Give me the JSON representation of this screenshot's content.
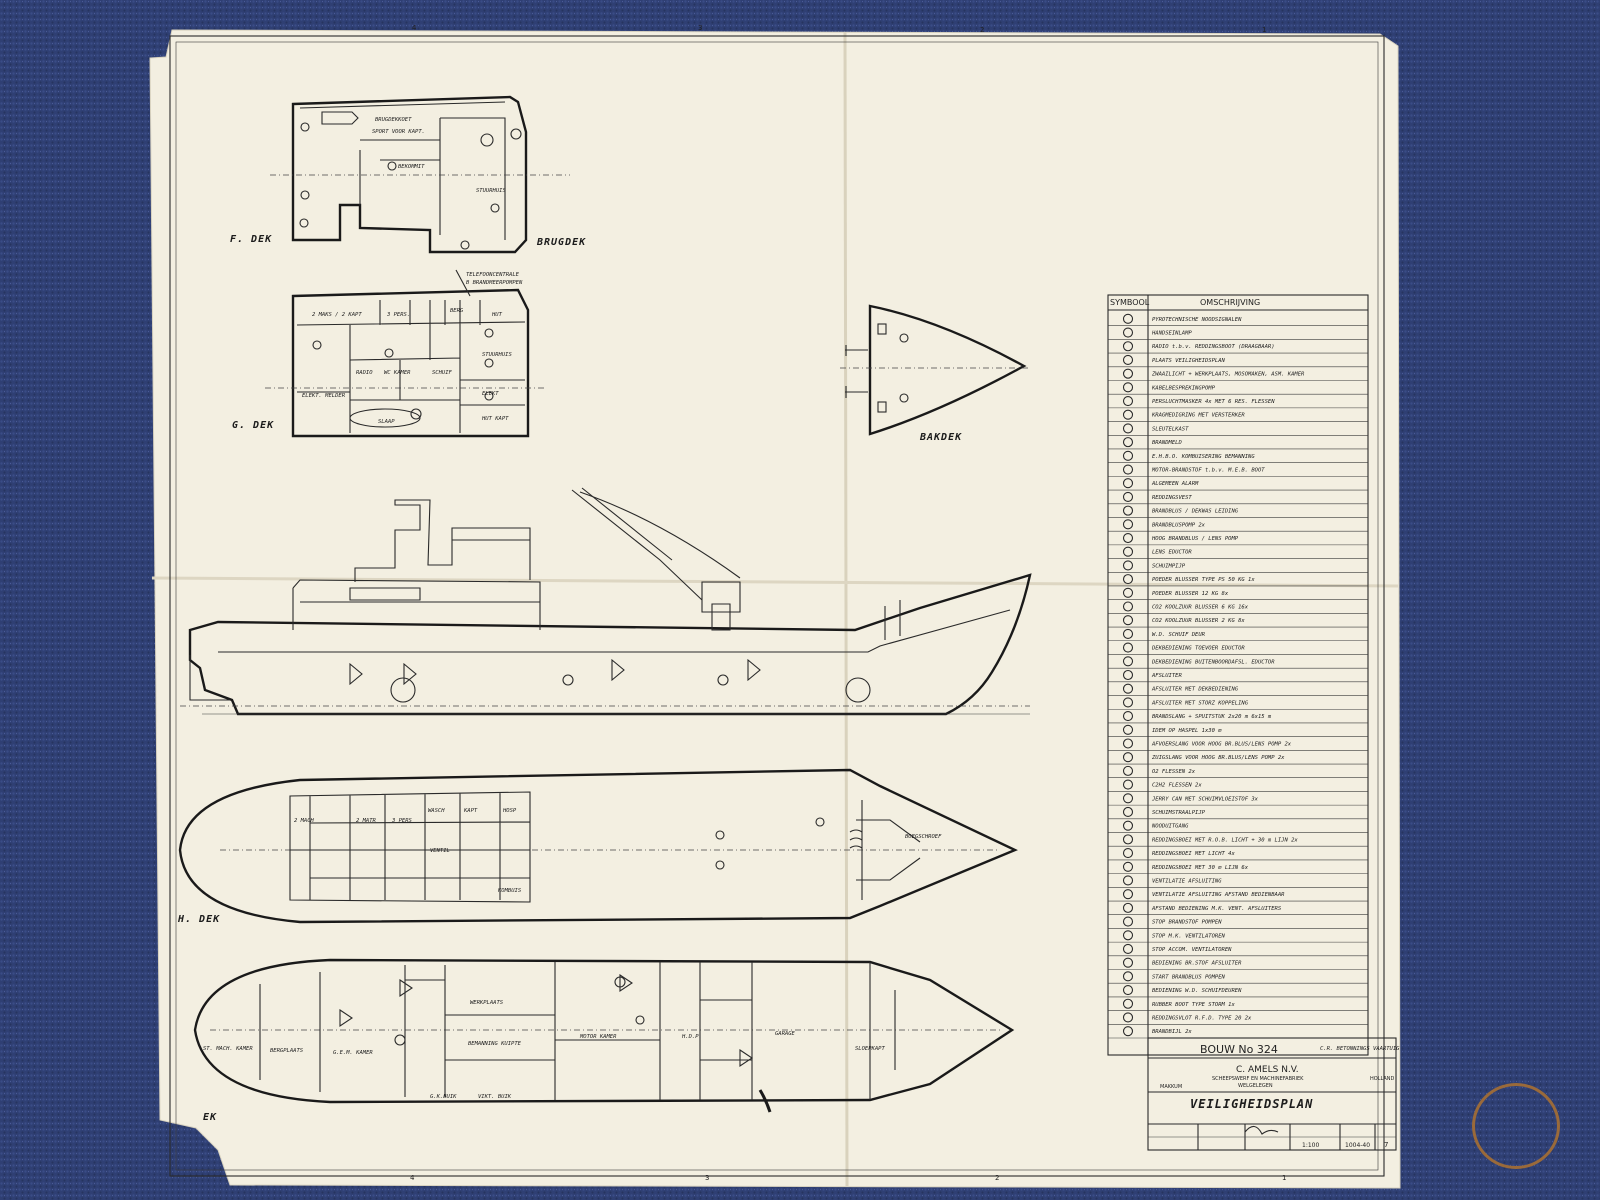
{
  "colors": {
    "carpet": "#2f3f73",
    "paper": "#f3efe1",
    "ink": "#222222",
    "ring": "#9a6a3a"
  },
  "deck_labels": {
    "f_dek": "F. DEK",
    "brugdek": "BRUGDEK",
    "g_dek": "G. DEK",
    "bakdek": "BAKDEK",
    "h_dek": "H. DEK",
    "ek": "EK"
  },
  "room_labels": {
    "f_deck": [
      "BRUGDEKKOET",
      "SPORT VOOR KAPT.",
      "BEKOMMIT",
      "STUURHUIS"
    ],
    "g_deck": [
      "TELEFOONCENTRALE",
      "B BRANDMEERPOMPEN",
      "2 MAKS / 2 KAPT",
      "3 PERS.",
      "BERG",
      "HUT",
      "RADIO",
      "WC KAMER",
      "SCHUIF",
      "STUURHUIS",
      "ELEKT. MELDER",
      "ELEKT",
      "SLAAP",
      "HUT KAPT"
    ],
    "h_deck": [
      "2 MACH",
      "2 MATR",
      "3 PERS",
      "WASCH",
      "KAPT",
      "HOSP",
      "KOMBUIS",
      "VENTIL",
      "BOEGSCHROEF"
    ],
    "lower": [
      "ST. MACH. KAMER",
      "BERGPLAATS",
      "G.E.M. KAMER",
      "WERKPLAATS",
      "BEMANNING KUIPTE",
      "MOTOR KAMER",
      "H.D.P.",
      "SLOEPKAPT",
      "VIKT. BUIK",
      "G.K.BUIK",
      "GARAGE"
    ]
  },
  "border_numbers": [
    "4",
    "3",
    "2",
    "1"
  ],
  "legend": {
    "col_symbol": "SYMBOOL",
    "col_desc": "OMSCHRIJVING",
    "rows": [
      "PYROTECHNISCHE NOODSIGNALEN",
      "HANDSEINLAMP",
      "RADIO t.b.v. REDDINGSBOOT (DRAAGBAAR)",
      "PLAATS VEILIGHEIDSPLAN",
      "ZWAAILICHT + WERKPLAATS, MOSOMAKEN, ASM. KAMER",
      "KABELBESPREKINGPOMP",
      "PERSLUCHTMASKER 4x MET 6 RES. FLESSEN",
      "KRAGMEDIGRING MET VERSTERKER",
      "SLEUTELKAST",
      "BRANDMELD",
      "E.H.B.O. KOMBUISERING BEMANNING",
      "MOTOR-BRANDSTOF t.b.v. M.E.B. BOOT",
      "ALGEMEEN ALARM",
      "REDDINGSVEST",
      "BRANDBLUS / DEKWAS LEIDING",
      "BRANDBLUSPOMP 2x",
      "HOOG BRANDBLUS / LENS POMP",
      "LENS EDUCTOR",
      "SCHUIMPIJP",
      "POEDER BLUSSER TYPE PS 50 KG 1x",
      "POEDER BLUSSER 12 KG 8x",
      "CO2 KOOLZUUR BLUSSER 6 KG 16x",
      "CO2 KOOLZUUR BLUSSER 2 KG 8x",
      "W.D. SCHUIF DEUR",
      "DEKBEDIENING TOEVOER EDUCTOR",
      "DEKBEDIENING BUITENBOORDAFSL. EDUCTOR",
      "AFSLUITER",
      "AFSLUITER MET DEKBEDIENING",
      "AFSLUITER MET STORZ KOPPELING",
      "BRANDSLANG + SPUITSTUK 2x20 m 6x15 m",
      "IDEM OP HASPEL 1x30 m",
      "AFVOERSLANG VOOR HOOG BR.BLUS/LENS POMP 2x",
      "ZUIGSLANG VOOR HOOG BR.BLUS/LENS POMP 2x",
      "O2 FLESSEN 2x",
      "C2H2 FLESSEN 2x",
      "JERRY CAN MET SCHUIMVLOEISTOF 3x",
      "SCHUIMSTRAALPIJP",
      "NOODUITGANG",
      "REDDINGSBOEI MET R.O.B. LICHT + 30 m LIJN 2x",
      "REDDINGSBOEI MET LICHT 4x",
      "REDDINGSBOEI MET 30 m LIJN 6x",
      "VENTILATIE AFSLUITING",
      "VENTILATIE AFSLUITING AFSTAND BEDIENBAAR",
      "AFSTAND BEDIENING M.K. VENT. AFSLUITERS",
      "STOP BRANDSTOF POMPEN",
      "STOP M.K. VENTILATOREN",
      "STOP ACCOM. VENTILATOREN",
      "BEDIENING BR.STOF AFSLUITER",
      "START BRANDBLUS POMPEN",
      "BEDIENING W.D. SCHUIFDEUREN",
      "RUBBER BOOT TYPE STORM 1x",
      "REDDINGSVLOT R.F.D. TYPE 20 2x",
      "BRANDBIJL 2x"
    ]
  },
  "title_block": {
    "bouw": "BOUW No 324",
    "vessel_type": "C.R. BETONNINGS VAARTUIG",
    "company": "C. AMELS N.V.",
    "company_sub1": "SCHEEPSWERF EN MACHINEFABRIEK",
    "company_sub2": "WELGELEGEN",
    "place": "MAKKUM",
    "country": "HOLLAND",
    "plan_title": "VEILIGHEIDSPLAN",
    "scale": "1:100",
    "drawing_no": "1004-40",
    "sheet": "7"
  }
}
